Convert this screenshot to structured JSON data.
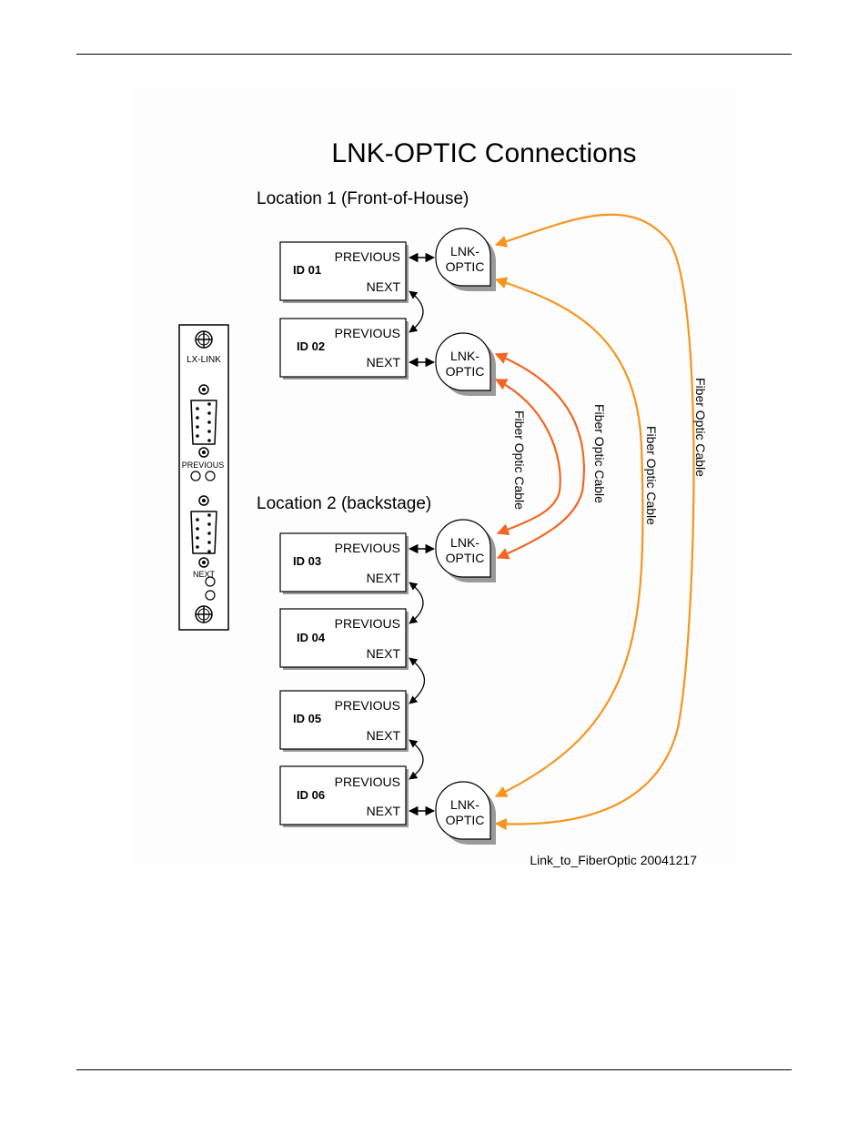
{
  "title": "LNK-OPTIC Connections",
  "location1": "Location 1 (Front-of-House)",
  "location2": "Location 2 (backstage)",
  "devices": [
    {
      "id": "ID 01",
      "previous": "PREVIOUS",
      "next": "NEXT"
    },
    {
      "id": "ID 02",
      "previous": "PREVIOUS",
      "next": "NEXT"
    },
    {
      "id": "ID 03",
      "previous": "PREVIOUS",
      "next": "NEXT"
    },
    {
      "id": "ID 04",
      "previous": "PREVIOUS",
      "next": "NEXT"
    },
    {
      "id": "ID 05",
      "previous": "PREVIOUS",
      "next": "NEXT"
    },
    {
      "id": "ID 06",
      "previous": "PREVIOUS",
      "next": "NEXT"
    }
  ],
  "optics": [
    {
      "line1": "LNK-",
      "line2": "OPTIC"
    },
    {
      "line1": "LNK-",
      "line2": "OPTIC"
    },
    {
      "line1": "LNK-",
      "line2": "OPTIC"
    },
    {
      "line1": "LNK-",
      "line2": "OPTIC"
    }
  ],
  "cable_labels": [
    "Fiber Optic Cable",
    "Fiber Optic Cable",
    "Fiber Optic Cable",
    "Fiber Optic Cable"
  ],
  "lx_link": {
    "name": "LX-LINK",
    "previous": "PREVIOUS",
    "next": "NEXT"
  },
  "caption": "Link_to_FiberOptic 20041217",
  "colors": {
    "fiber_long": "#f7941d",
    "fiber_short": "#f26522"
  }
}
